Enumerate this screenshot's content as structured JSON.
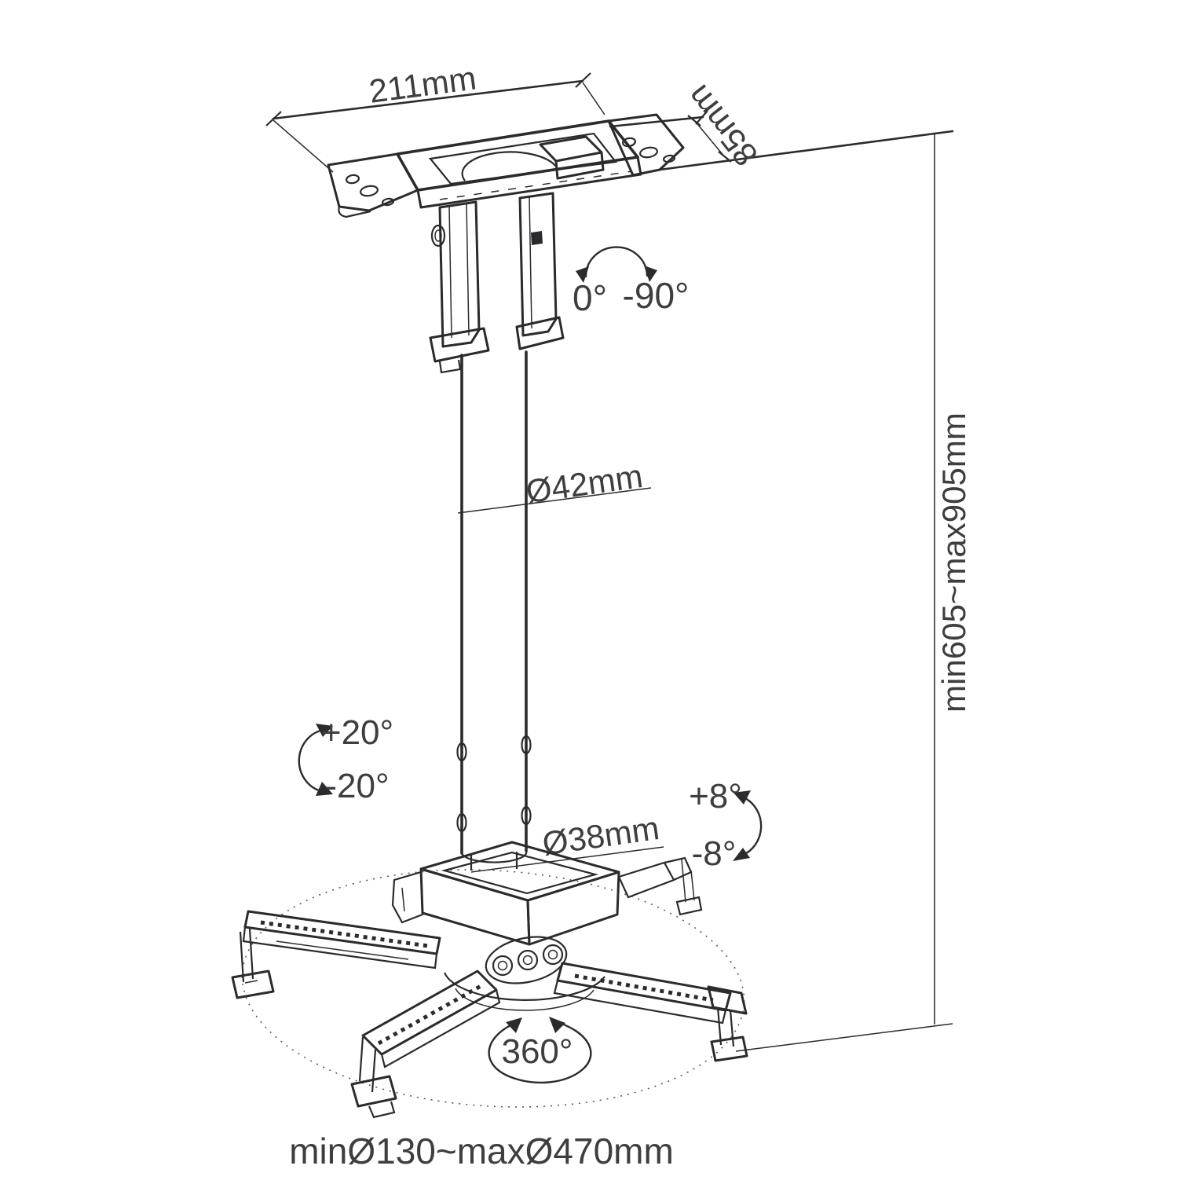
{
  "diagram": {
    "colors": {
      "line": "#2b2b2d",
      "text": "#3e3e40",
      "background": "#ffffff"
    },
    "dimensions": {
      "top_width": "211mm",
      "top_depth": "85mm",
      "pole_outer_diameter": "Ø42mm",
      "pole_inner_diameter": "Ø38mm",
      "height_range": "min605~max905mm",
      "base_spread_range": "minØ130~maxØ470mm"
    },
    "angles": {
      "swivel_start": "0°",
      "swivel_end": "-90°",
      "tilt_up": "+20°",
      "tilt_down": "-20°",
      "fine_tilt_up": "+8°",
      "fine_tilt_down": "-8°",
      "rotation": "360°"
    }
  }
}
